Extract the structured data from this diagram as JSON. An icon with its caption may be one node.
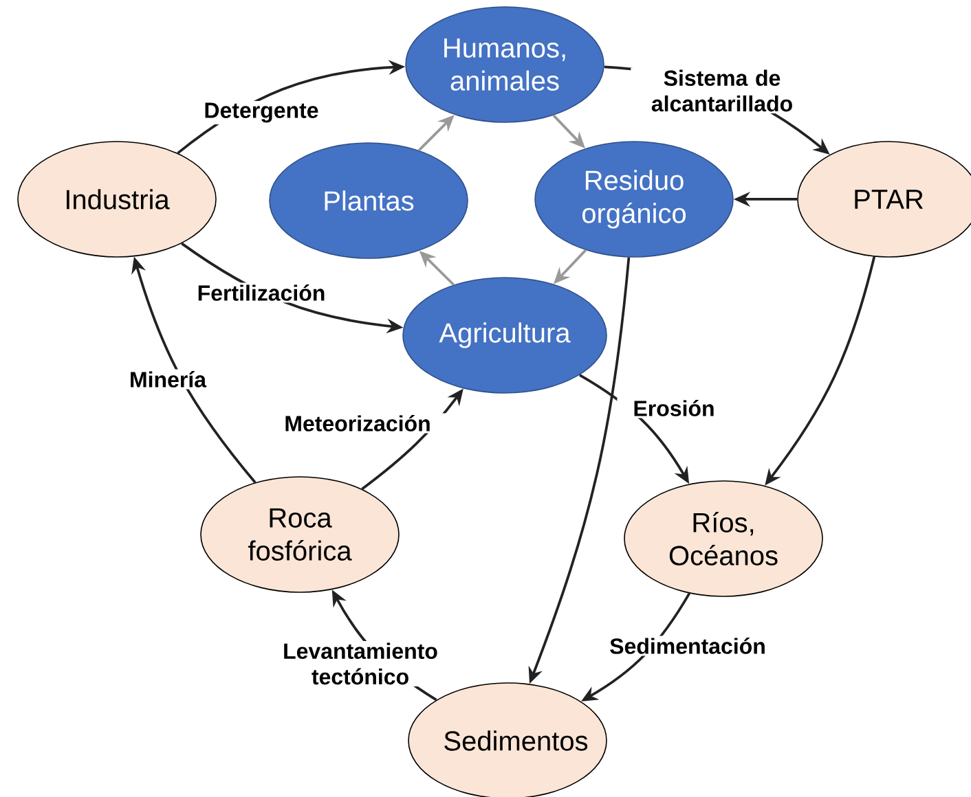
{
  "diagram": {
    "nodes": [
      {
        "text": [
          "Humanos, animales"
        ]
      },
      {
        "text": [
          "Industria"
        ]
      },
      {
        "text": [
          "Plantas"
        ]
      },
      {
        "text": [
          "Residuo orgánico"
        ]
      },
      {
        "text": [
          "PTAR"
        ]
      },
      {
        "text": [
          "Agricultura"
        ]
      },
      {
        "text": [
          "Roca fosfórica"
        ]
      },
      {
        "text": [
          "Ríos, Océanos"
        ]
      },
      {
        "text": [
          "Sedimentos"
        ]
      }
    ],
    "edges": [
      {
        "from": 1,
        "to": 0,
        "arrow": "to",
        "label": "Detergente"
      },
      {
        "from": 0,
        "to": 4,
        "arrow": "to",
        "label": "Sistema de alcantarillado"
      },
      {
        "from": 4,
        "to": 3,
        "arrow": "to"
      },
      {
        "from": 2,
        "to": 0,
        "arrow": "to",
        "color": "#999999"
      },
      {
        "from": 0,
        "to": 3,
        "arrow": "to",
        "color": "#999999"
      },
      {
        "from": 3,
        "to": 5,
        "arrow": "to",
        "color": "#999999"
      },
      {
        "from": 5,
        "to": 2,
        "arrow": "to",
        "color": "#999999"
      },
      {
        "from": 1,
        "to": 5,
        "arrow": "to",
        "label": "Fertilización"
      },
      {
        "from": 6,
        "to": 1,
        "arrow": "to",
        "label": "Minería"
      },
      {
        "from": 6,
        "to": 5,
        "arrow": "to",
        "label": "Meteorización"
      },
      {
        "from": 5,
        "to": 7,
        "arrow": "to",
        "label": "Erosión"
      },
      {
        "from": 4,
        "to": 7,
        "arrow": "to"
      },
      {
        "from": 3,
        "to": 8,
        "arrow": "to"
      },
      {
        "from": 7,
        "to": 8,
        "arrow": "to",
        "label": "Sedimentación"
      },
      {
        "from": 8,
        "to": 6,
        "arrow": "to",
        "label": "Levantamiento tectónico"
      }
    ]
  }
}
